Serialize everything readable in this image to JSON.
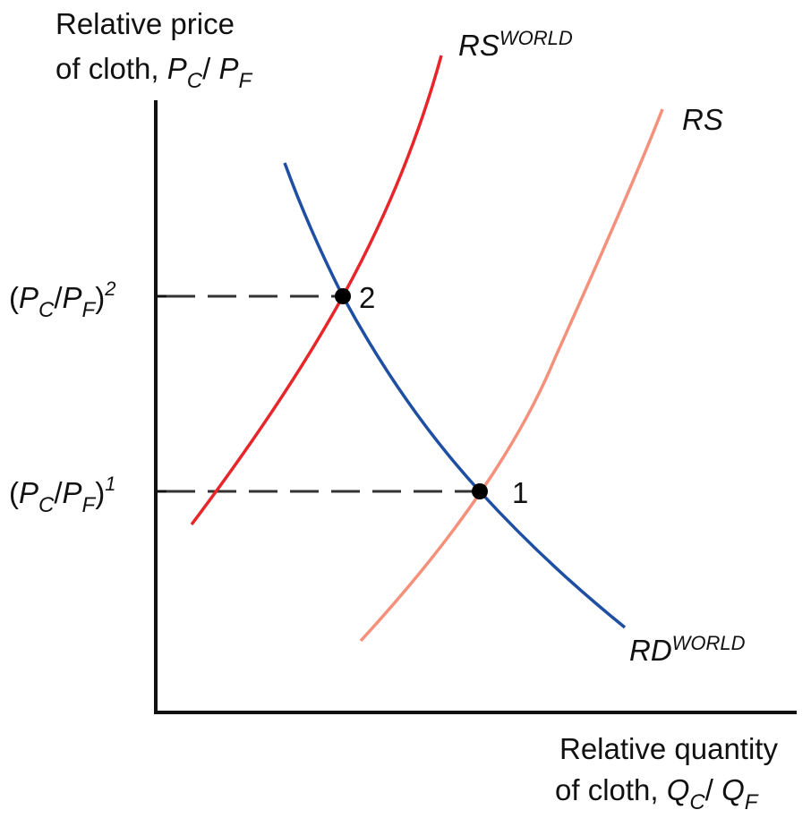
{
  "chart_data": {
    "type": "line",
    "y_axis_label": {
      "line1": "Relative price",
      "line2_prefix": "of cloth, ",
      "P": "P",
      "C": "C",
      "slash": "/ ",
      "F": "F"
    },
    "x_axis_label": {
      "line1": "Relative quantity",
      "line2_prefix": "of cloth, ",
      "Q": "Q",
      "C": "C",
      "slash": "/ ",
      "F": "F"
    },
    "y_ticks": {
      "price2": {
        "open": "(",
        "P": "P",
        "C": "C",
        "slash": "/",
        "P2": "P",
        "F": "F",
        "close": ")",
        "exp": "2"
      },
      "price1": {
        "open": "(",
        "P": "P",
        "C": "C",
        "slash": "/",
        "P2": "P",
        "F": "F",
        "close": ")",
        "exp": "1"
      }
    },
    "series": [
      {
        "name": "RS",
        "sup": "WORLD",
        "color": "#e8262a"
      },
      {
        "name": "RS",
        "sup": "",
        "color": "#f5907a"
      },
      {
        "name": "RD",
        "sup": "WORLD",
        "color": "#1f4fa3"
      }
    ],
    "points": [
      {
        "label": "2",
        "on": [
          "RS WORLD",
          "RD WORLD"
        ]
      },
      {
        "label": "1",
        "on": [
          "RS",
          "RD WORLD"
        ]
      }
    ],
    "grid": false,
    "colors": {
      "axis": "#111111",
      "dashes": "#333333",
      "dot": "#000000"
    }
  }
}
